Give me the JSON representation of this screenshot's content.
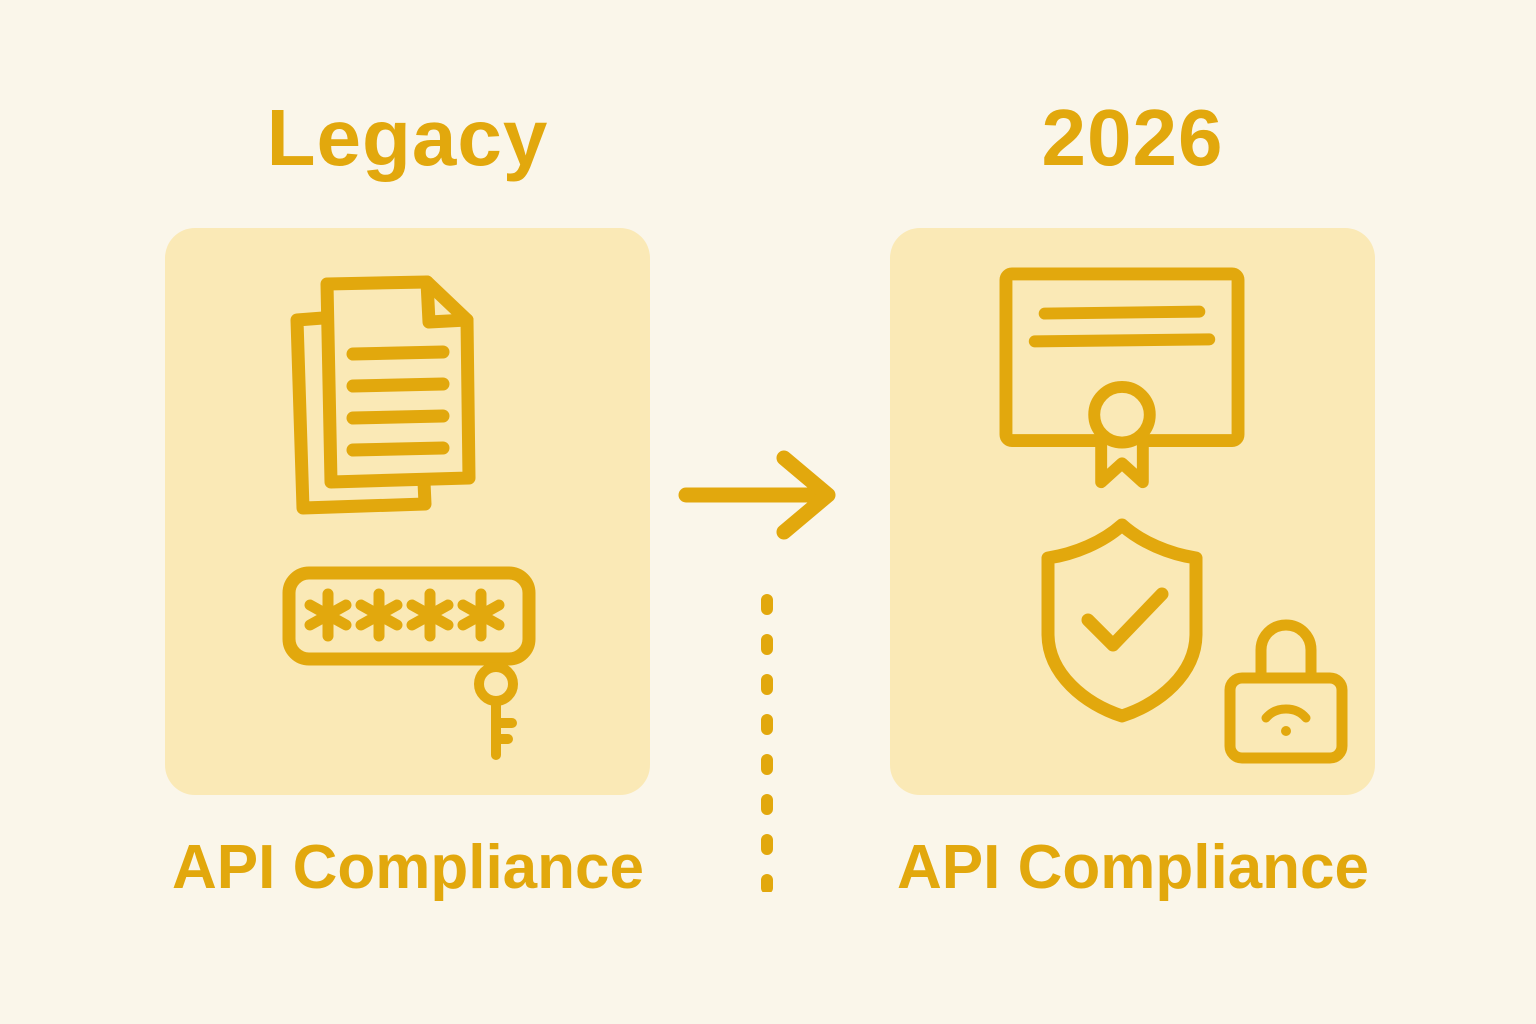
{
  "colors": {
    "background": "#FAF6EA",
    "card": "#FAE9B6",
    "accent": "#E2A80D"
  },
  "left_panel": {
    "title": "Legacy",
    "label": "API Compliance",
    "icons": [
      "documents-icon",
      "password-asterisks-icon",
      "key-icon"
    ]
  },
  "right_panel": {
    "title": "2026",
    "label": "API Compliance",
    "icons": [
      "certificate-icon",
      "shield-check-icon",
      "lock-wifi-icon"
    ]
  },
  "connector": {
    "arrow_icon": "arrow-right-icon",
    "dotted_line_icon": "vertical-dotted-line"
  }
}
